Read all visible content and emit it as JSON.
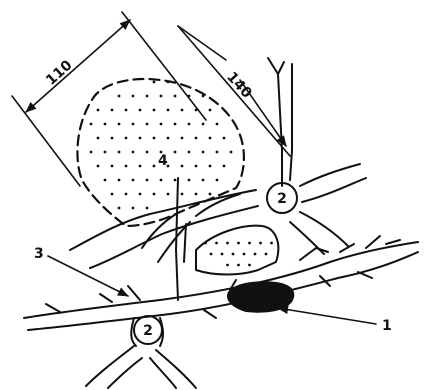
{
  "diagram": {
    "labels": {
      "dim_left": "110",
      "dim_right": "140",
      "region_4": "4",
      "cell_top": "2",
      "cell_bottom": "2",
      "label_3": "3",
      "label_1": "1"
    }
  }
}
